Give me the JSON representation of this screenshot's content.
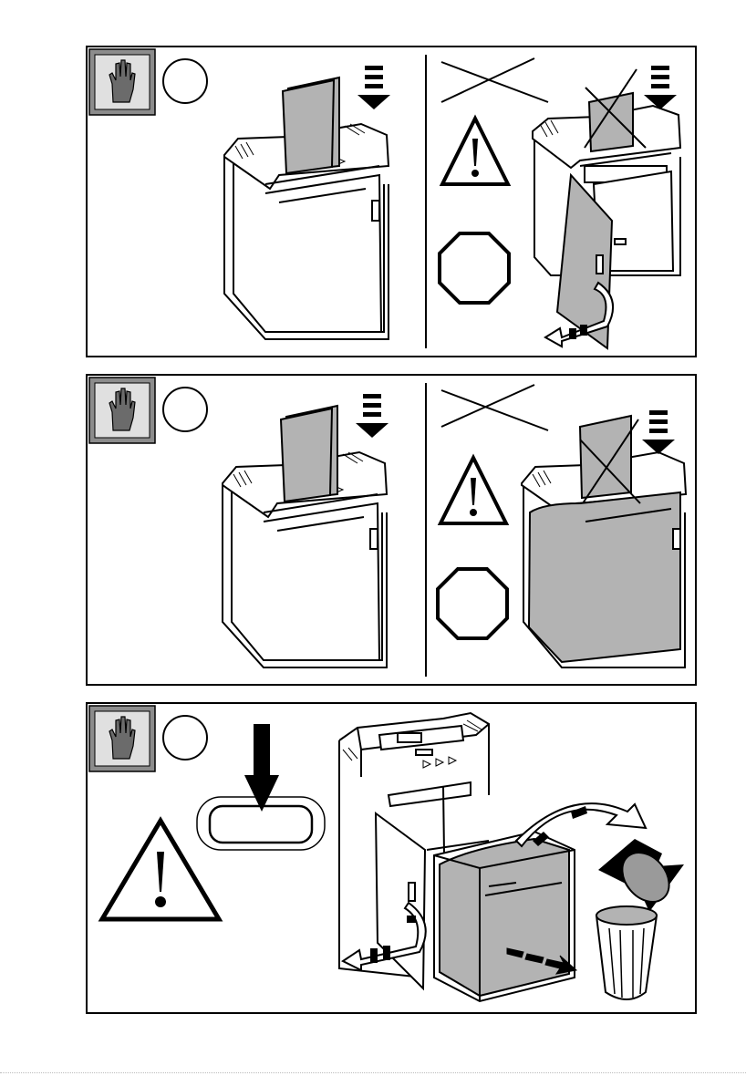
{
  "manual": {
    "steps": [
      {
        "step_number": "",
        "icon": "hand-stop-icon",
        "allowed": {
          "scene": "shredder-feeding-paper",
          "icon": "arrow-down-icon"
        },
        "forbidden": {
          "scene": "feeding-with-door-open",
          "icons": [
            "warning-triangle-icon",
            "stop-octagon-icon",
            "cross-out-icon"
          ]
        }
      },
      {
        "step_number": "",
        "icon": "hand-stop-icon",
        "allowed": {
          "scene": "shredder-feeding-paper",
          "icon": "arrow-down-icon"
        },
        "forbidden": {
          "scene": "feeding-when-bin-full",
          "icons": [
            "warning-triangle-icon",
            "stop-octagon-icon",
            "cross-out-icon"
          ]
        }
      },
      {
        "step_number": "",
        "icon": "hand-stop-icon",
        "button_label": "",
        "scene": "empty-bin-into-trash",
        "icons": [
          "warning-triangle-icon",
          "arrow-down-icon",
          "rotate-arrow-icon",
          "trash-can-icon"
        ]
      }
    ]
  },
  "colors": {
    "line": "#000000",
    "fill_gray": "#b3b3b3",
    "hand_bg": "#8c8c8c",
    "hand": "#6b6b6b"
  }
}
